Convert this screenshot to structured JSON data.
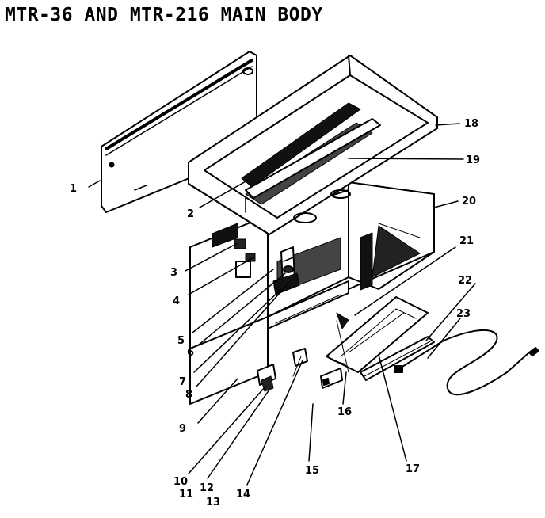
{
  "title": "MTR-36 AND MTR-216 MAIN BODY",
  "callouts": [
    "1",
    "2",
    "3",
    "4",
    "5",
    "6",
    "7",
    "8",
    "9",
    "10",
    "11",
    "12",
    "13",
    "14",
    "15",
    "16",
    "17",
    "18",
    "19",
    "20",
    "21",
    "22",
    "23"
  ]
}
